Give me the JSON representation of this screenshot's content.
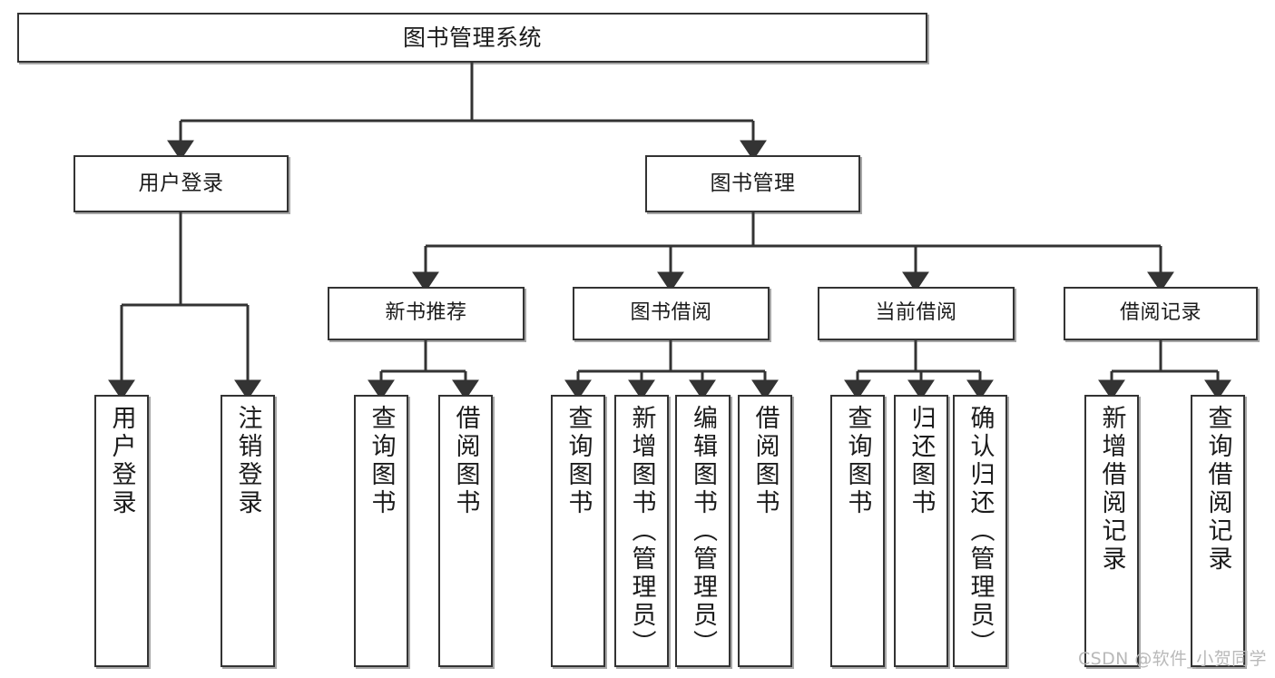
{
  "diagram": {
    "type": "tree-hierarchy-chart",
    "title": "图书管理系统",
    "root": {
      "id": "root",
      "label": "图书管理系统"
    },
    "level1": [
      {
        "id": "user-login",
        "label": "用户登录"
      },
      {
        "id": "book-manage",
        "label": "图书管理"
      }
    ],
    "level2": [
      {
        "id": "new-book-recommend",
        "label": "新书推荐",
        "parent": "book-manage"
      },
      {
        "id": "book-borrow",
        "label": "图书借阅",
        "parent": "book-manage"
      },
      {
        "id": "current-borrow",
        "label": "当前借阅",
        "parent": "book-manage"
      },
      {
        "id": "borrow-record",
        "label": "借阅记录",
        "parent": "book-manage"
      }
    ],
    "leaves": [
      {
        "id": "leaf-user-login",
        "label": "用户登录",
        "parent": "user-login"
      },
      {
        "id": "leaf-user-logout",
        "label": "注销登录",
        "parent": "user-login"
      },
      {
        "id": "leaf-query-book-1",
        "label": "查询图书",
        "parent": "new-book-recommend"
      },
      {
        "id": "leaf-borrow-book-1",
        "label": "借阅图书",
        "parent": "new-book-recommend"
      },
      {
        "id": "leaf-query-book-2",
        "label": "查询图书",
        "parent": "book-borrow"
      },
      {
        "id": "leaf-add-book",
        "label": "新增图书（管理员）",
        "parent": "book-borrow"
      },
      {
        "id": "leaf-edit-book",
        "label": "编辑图书（管理员）",
        "parent": "book-borrow"
      },
      {
        "id": "leaf-borrow-book-2",
        "label": "借阅图书",
        "parent": "book-borrow"
      },
      {
        "id": "leaf-query-book-3",
        "label": "查询图书",
        "parent": "current-borrow"
      },
      {
        "id": "leaf-return-book",
        "label": "归还图书",
        "parent": "current-borrow"
      },
      {
        "id": "leaf-confirm-return",
        "label": "确认归还（管理员）",
        "parent": "current-borrow"
      },
      {
        "id": "leaf-add-record",
        "label": "新增借阅记录",
        "parent": "borrow-record"
      },
      {
        "id": "leaf-query-record",
        "label": "查询借阅记录",
        "parent": "borrow-record"
      }
    ],
    "watermark": "CSDN @软件_小贺同学",
    "colors": {
      "background": "#ffffff",
      "box_border": "#333333",
      "box_fill": "#ffffff",
      "connector": "#333333",
      "text": "#1b1b1b",
      "watermark": "#b9b9b9"
    }
  }
}
